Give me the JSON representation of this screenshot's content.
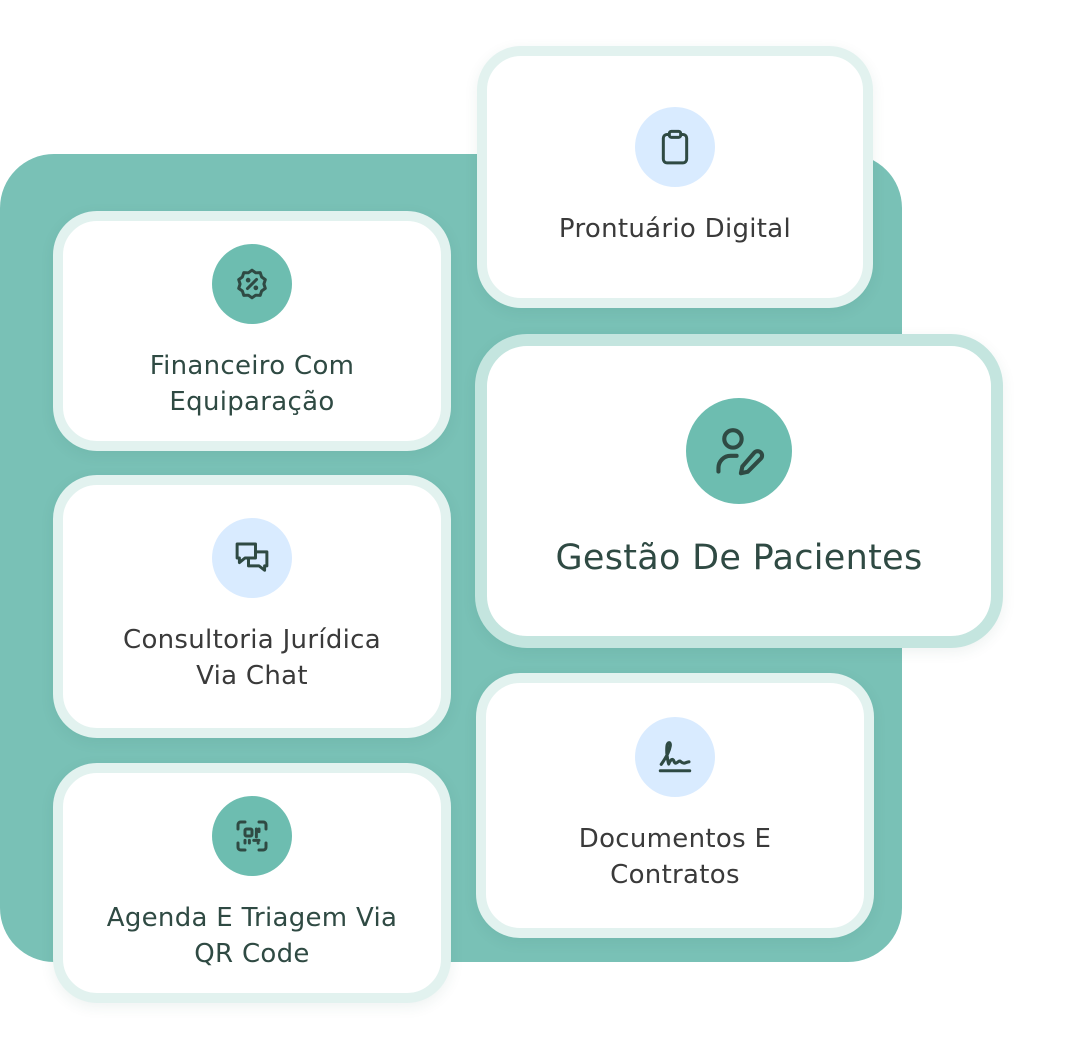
{
  "colors": {
    "panel": "#79c1b6",
    "card_border": "#e2f2ef",
    "icon_teal": "#6dbdb0",
    "icon_blue": "#d9ebff",
    "text": "#2f4a43"
  },
  "features": {
    "prontuario": {
      "icon": "clipboard-icon",
      "label": "Prontuário Digital"
    },
    "financeiro": {
      "icon": "discount-badge-icon",
      "line1": "Financeiro Com",
      "line2": "Equiparação"
    },
    "gestao": {
      "icon": "user-edit-icon",
      "label": "Gestão De Pacientes"
    },
    "consultoria": {
      "icon": "chat-bubbles-icon",
      "line1": "Consultoria Jurídica",
      "line2": "Via Chat"
    },
    "documentos": {
      "icon": "signature-icon",
      "line1": "Documentos E",
      "line2": "Contratos"
    },
    "agenda": {
      "icon": "qr-scan-icon",
      "line1": "Agenda E Triagem Via",
      "line2": "QR Code"
    }
  }
}
